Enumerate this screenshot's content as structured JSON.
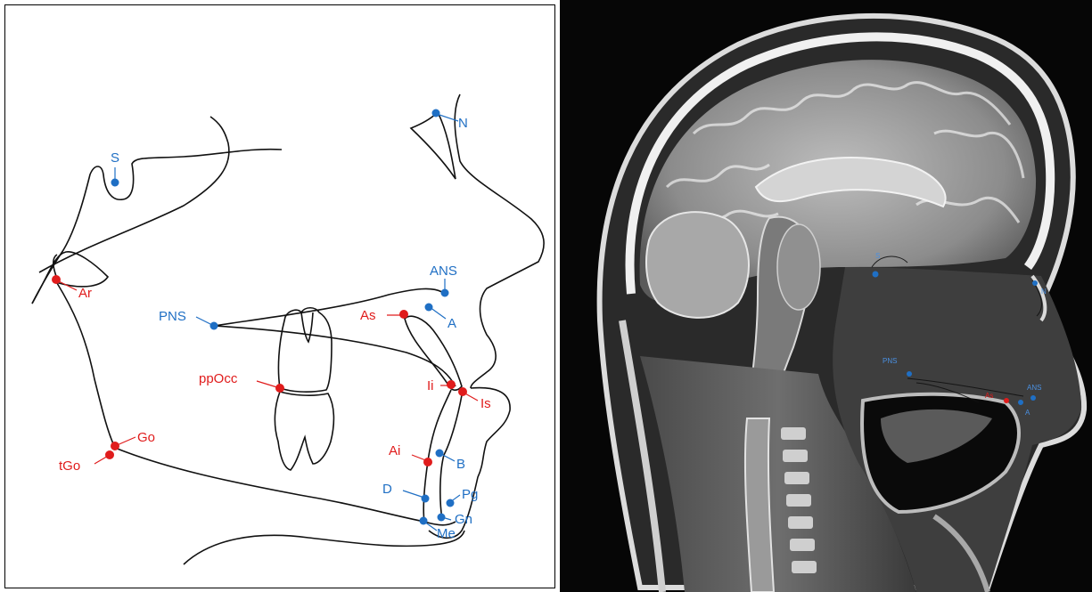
{
  "colors": {
    "blue_landmark": "#1f6fc4",
    "red_landmark": "#e01c1c",
    "tracing": "#111111",
    "mri_background": "#060606"
  },
  "tracing_panel": {
    "landmarks": {
      "S": "S",
      "N": "N",
      "ANS": "ANS",
      "A": "A",
      "PNS": "PNS",
      "Ar": "Ar",
      "As": "As",
      "ppOcc": "ppOcc",
      "Ii": "Ii",
      "Is": "Is",
      "Go": "Go",
      "tGo": "tGo",
      "Ai": "Ai",
      "B": "B",
      "D": "D",
      "Pg": "Pg",
      "Gn": "Gn",
      "Me": "Me"
    }
  },
  "mri_panel": {
    "landmarks": {
      "S": "S",
      "N": "N",
      "PNS": "PNS",
      "ANS": "ANS",
      "As": "As",
      "A": "A"
    }
  }
}
